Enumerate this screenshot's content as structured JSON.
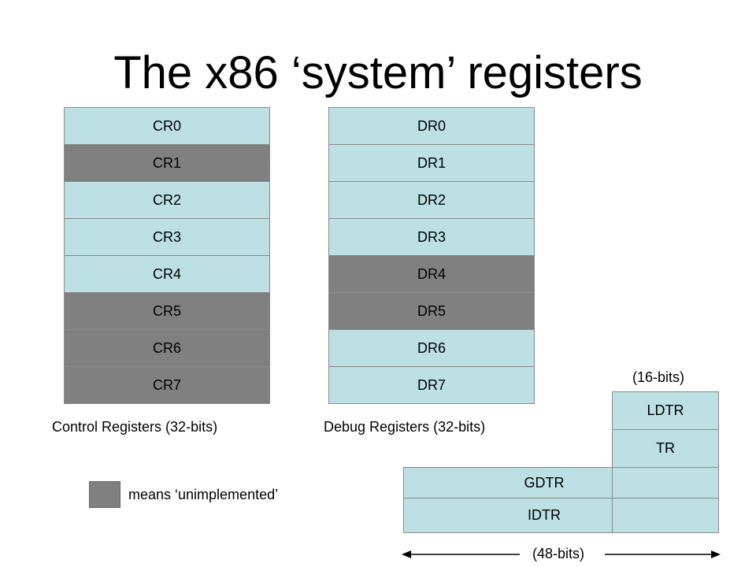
{
  "title": "The x86 ‘system’ registers",
  "control_registers": {
    "caption": "Control Registers (32-bits)",
    "items": [
      {
        "label": "CR0",
        "implemented": true
      },
      {
        "label": "CR1",
        "implemented": false
      },
      {
        "label": "CR2",
        "implemented": true
      },
      {
        "label": "CR3",
        "implemented": true
      },
      {
        "label": "CR4",
        "implemented": true
      },
      {
        "label": "CR5",
        "implemented": false
      },
      {
        "label": "CR6",
        "implemented": false
      },
      {
        "label": "CR7",
        "implemented": false
      }
    ]
  },
  "debug_registers": {
    "caption": "Debug Registers (32-bits)",
    "items": [
      {
        "label": "DR0",
        "implemented": true
      },
      {
        "label": "DR1",
        "implemented": true
      },
      {
        "label": "DR2",
        "implemented": true
      },
      {
        "label": "DR3",
        "implemented": true
      },
      {
        "label": "DR4",
        "implemented": false
      },
      {
        "label": "DR5",
        "implemented": false
      },
      {
        "label": "DR6",
        "implemented": true
      },
      {
        "label": "DR7",
        "implemented": true
      }
    ]
  },
  "segment_registers": {
    "bits16_label": "(16-bits)",
    "bits48_label": "(48-bits)",
    "ldtr": "LDTR",
    "tr": "TR",
    "gdtr": "GDTR",
    "idtr": "IDTR"
  },
  "legend": {
    "text": "means ‘unimplemented’"
  },
  "colors": {
    "implemented": "#bde0e4",
    "unimplemented": "#808080"
  }
}
